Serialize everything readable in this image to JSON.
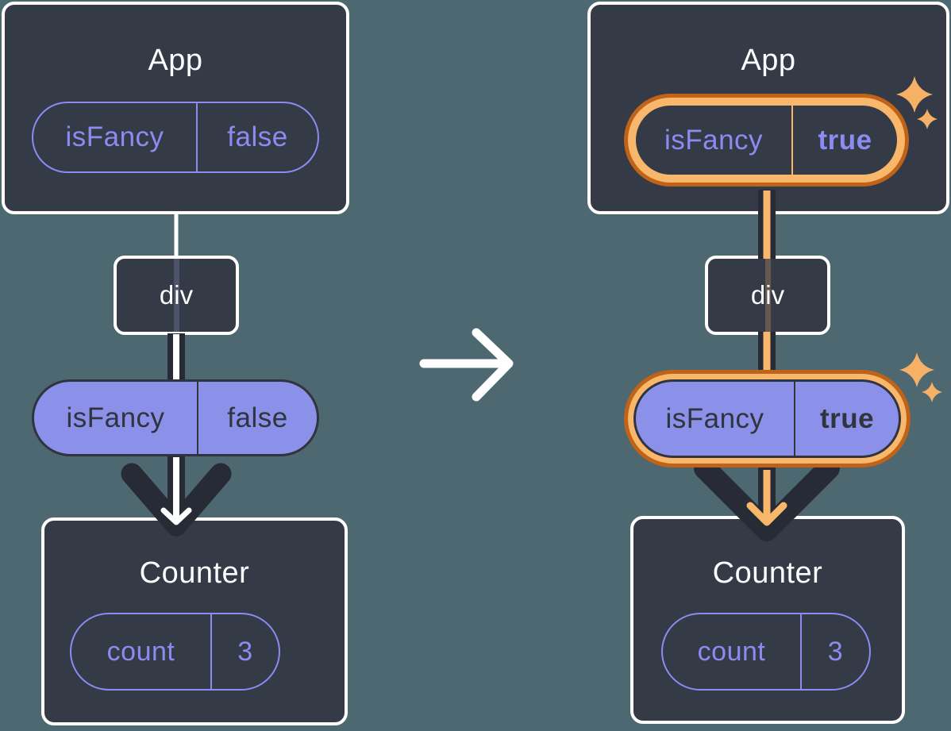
{
  "before": {
    "app": {
      "title": "App",
      "prop_name": "isFancy",
      "prop_value": "false"
    },
    "div_label": "div",
    "passed_prop": {
      "name": "isFancy",
      "value": "false"
    },
    "counter": {
      "title": "Counter",
      "state_name": "count",
      "state_value": "3"
    }
  },
  "after": {
    "app": {
      "title": "App",
      "prop_name": "isFancy",
      "prop_value": "true"
    },
    "div_label": "div",
    "passed_prop": {
      "name": "isFancy",
      "value": "true"
    },
    "counter": {
      "title": "Counter",
      "state_name": "count",
      "state_value": "3"
    }
  },
  "colors": {
    "background": "#4D6870",
    "card": "#343A46",
    "card_border": "#FFFFFF",
    "purple_outline": "#8B8BF2",
    "purple_fill": "#8B90E9",
    "dark_text": "#30343E",
    "line_dark": "#262B35",
    "line_core_before": "#FFFFFF",
    "line_core_after": "#F8B76A",
    "highlight_ring_light": "#F8B76A",
    "highlight_ring_dark": "#BE6318",
    "sparkle": "#F6B167"
  },
  "icons": {
    "transition_arrow": "right-arrow",
    "flow_arrow": "down-arrow",
    "sparkle": "four-point-star"
  }
}
